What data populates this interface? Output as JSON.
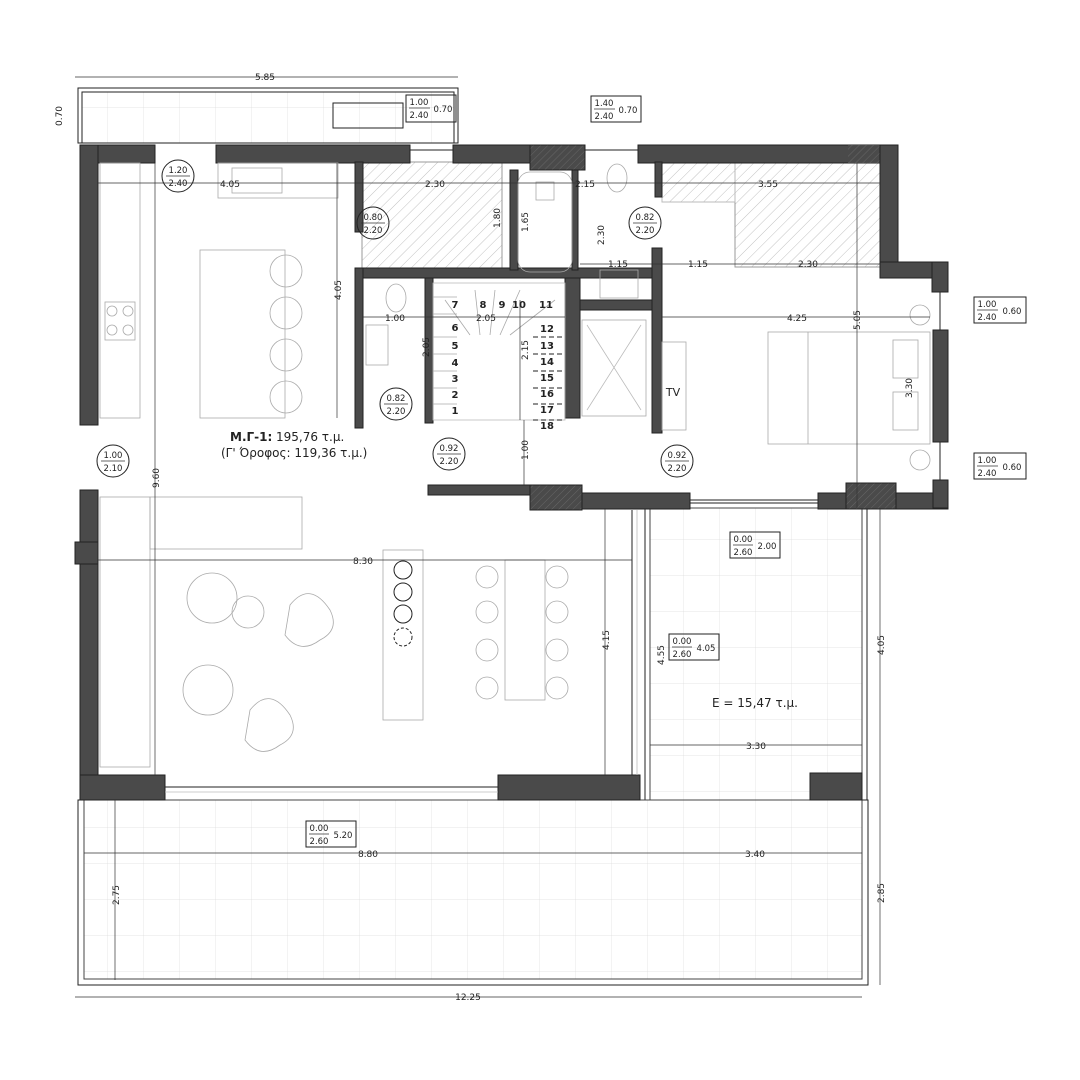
{
  "area_label": {
    "code": "Μ.Γ-1:",
    "area": "195,76 τ.μ.",
    "floor": "(Γ' Όροφος:  119,36  τ.μ.)"
  },
  "terrace_area": "E = 15,47 τ.μ.",
  "tv_label": "TV",
  "dimensions": [
    "5.85",
    "0.70",
    "4.05",
    "2.30",
    "2.15",
    "3.55",
    "1.80",
    "1.65",
    "2.30",
    "1.15",
    "1.15",
    "2.30",
    "4.05",
    "1.00",
    "2.05",
    "2.05",
    "2.15",
    "4.25",
    "5.05",
    "3.30",
    "1.00",
    "9.60",
    "8.30",
    "4.15",
    "4.55",
    "4.05",
    "3.30",
    "8.80",
    "3.40",
    "2.75",
    "2.85",
    "12.25"
  ],
  "door_tags": [
    {
      "w": "1.20",
      "h": "2.40"
    },
    {
      "w": "0.80",
      "h": "2.20"
    },
    {
      "w": "0.82",
      "h": "2.20"
    },
    {
      "w": "0.82",
      "h": "2.20"
    },
    {
      "w": "1.00",
      "h": "2.10"
    },
    {
      "w": "0.92",
      "h": "2.20"
    },
    {
      "w": "0.92",
      "h": "2.20"
    }
  ],
  "window_tags": [
    {
      "w": "1.00",
      "h": "2.40",
      "sill": "0.70"
    },
    {
      "w": "1.40",
      "h": "2.40",
      "sill": "0.70"
    },
    {
      "w": "1.00",
      "h": "2.40",
      "sill": "0.60"
    },
    {
      "w": "1.00",
      "h": "2.40",
      "sill": "0.60"
    },
    {
      "w": "0.00",
      "h": "2.60",
      "sill": "2.00"
    },
    {
      "w": "0.00",
      "h": "2.60",
      "sill": "4.05"
    },
    {
      "w": "0.00",
      "h": "2.60",
      "sill": "5.20"
    }
  ],
  "stair_steps": [
    "1",
    "2",
    "3",
    "4",
    "5",
    "6",
    "7",
    "8",
    "9",
    "10",
    "11",
    "12",
    "13",
    "14",
    "15",
    "16",
    "17",
    "18"
  ],
  "colors": {
    "wall": "#4a4a4a",
    "line": "#222222"
  }
}
